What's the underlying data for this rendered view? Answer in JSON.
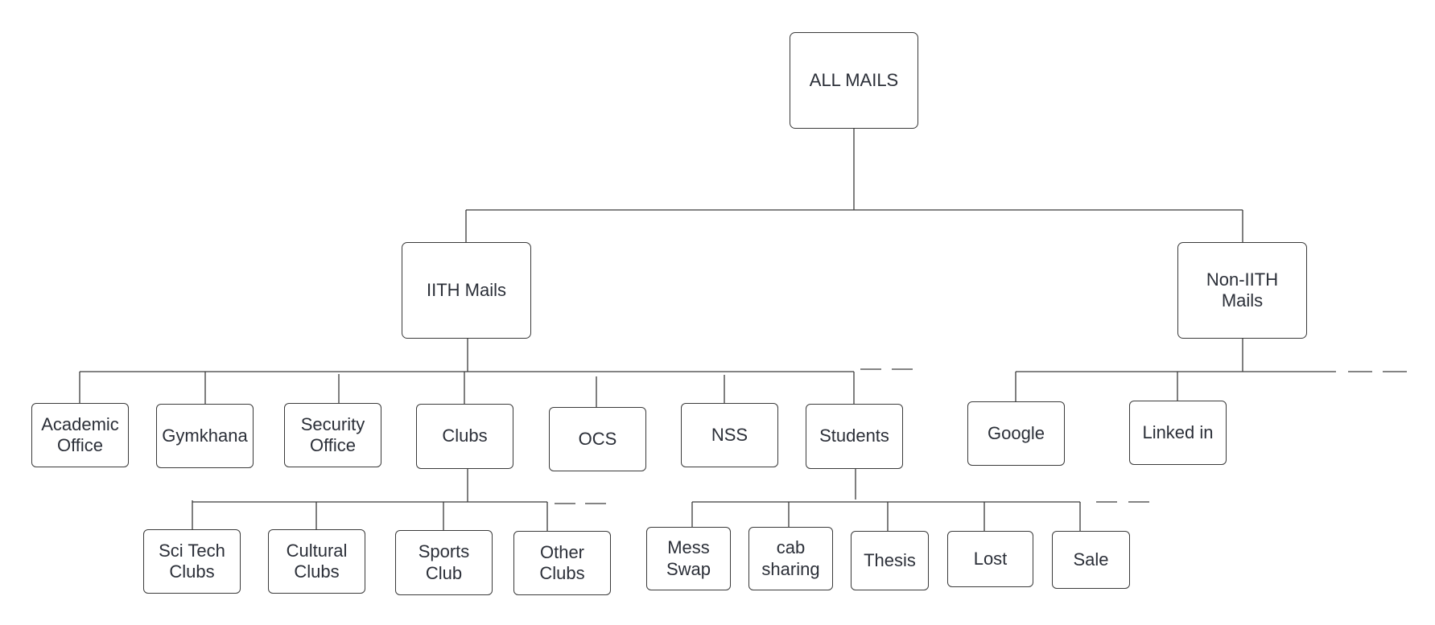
{
  "diagram": {
    "root": "ALL MAILS",
    "iith": "IITH Mails",
    "non_iith": "Non-IITH\nMails",
    "iith_children": {
      "academic": "Academic\nOffice",
      "gymkhana": "Gymkhana",
      "security": "Security\nOffice",
      "clubs": "Clubs",
      "ocs": "OCS",
      "nss": "NSS",
      "students": "Students"
    },
    "non_iith_children": {
      "google": "Google",
      "linkedin": "Linked in"
    },
    "club_children": {
      "scitech": "Sci Tech\nClubs",
      "cultural": "Cultural\nClubs",
      "sports": "Sports\nClub",
      "other": "Other\nClubs"
    },
    "student_children": {
      "mess": "Mess\nSwap",
      "cab": "cab\nsharing",
      "thesis": "Thesis",
      "lost": "Lost",
      "sale": "Sale"
    }
  }
}
